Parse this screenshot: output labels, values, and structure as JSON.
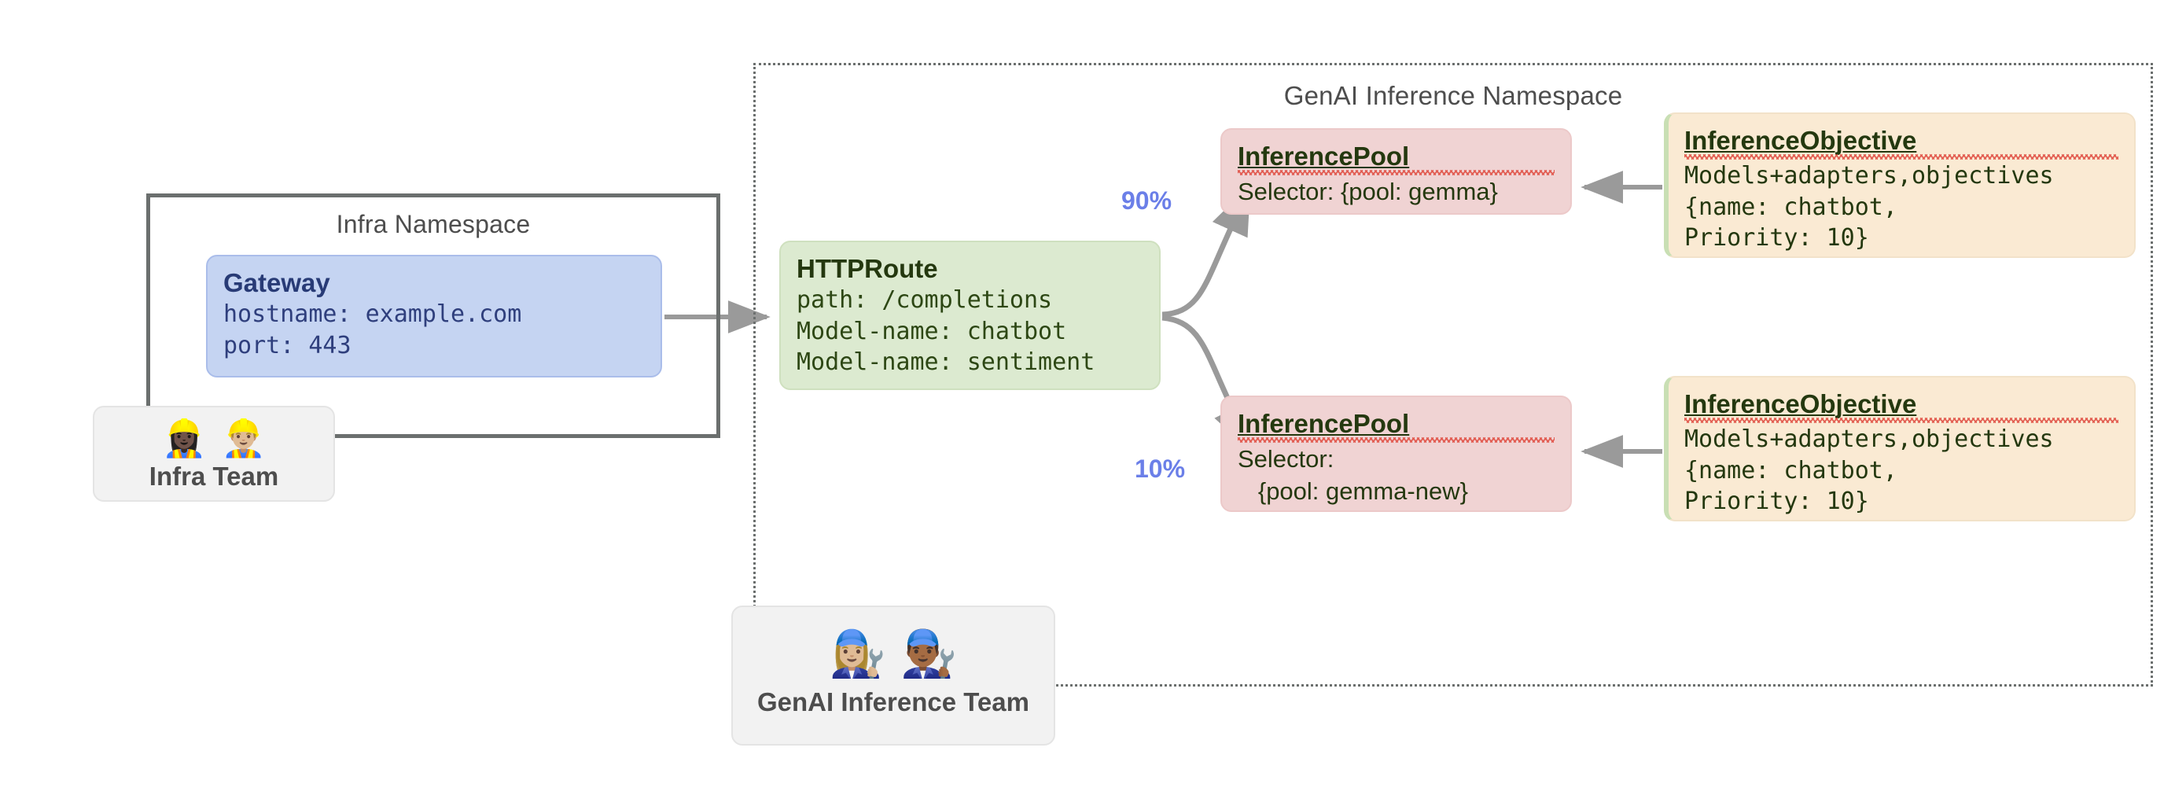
{
  "namespaces": {
    "infra": {
      "label": "Infra Namespace"
    },
    "genai": {
      "label": "GenAI Inference Namespace"
    }
  },
  "nodes": {
    "gateway": {
      "title": "Gateway",
      "lines": [
        "hostname: example.com",
        "port: 443"
      ]
    },
    "httproute": {
      "title": "HTTPRoute",
      "lines": [
        "path: /completions",
        "Model-name: chatbot",
        "Model-name: sentiment"
      ]
    },
    "pool_a": {
      "title": "InferencePool",
      "lines": [
        "Selector: {pool: gemma}"
      ]
    },
    "pool_b": {
      "title": "InferencePool",
      "lines": [
        "Selector:",
        "   {pool: gemma-new}"
      ]
    },
    "objective_a": {
      "title": "InferenceObjective",
      "lines": [
        "Models+adapters,objectives",
        "{name: chatbot,",
        "Priority: 10}"
      ]
    },
    "objective_b": {
      "title": "InferenceObjective",
      "lines": [
        "Models+adapters,objectives",
        "{name: chatbot,",
        "Priority: 10}"
      ]
    }
  },
  "teams": {
    "infra": {
      "label": "Infra Team",
      "emojis": "👷🏿‍♀️👷🏼‍♂️"
    },
    "genai": {
      "label": "GenAI Inference Team",
      "emojis": "👩🏼‍🔧👨🏾‍🔧"
    }
  },
  "edges": {
    "split_90": "90%",
    "split_10": "10%"
  },
  "colors": {
    "gateway_bg": "#c5d4f2",
    "httproute_bg": "#dcead0",
    "pool_bg": "#f0d3d3",
    "objective_bg": "#faead3",
    "arrow": "#9a9a9a",
    "edge_label": "#6b7fe8",
    "namespace_border": "#6b6f6e",
    "spellcheck_underline": "#e04a3f"
  }
}
